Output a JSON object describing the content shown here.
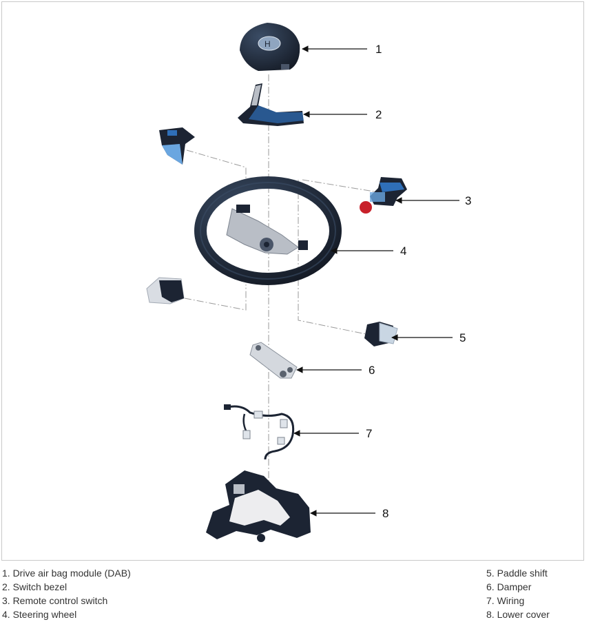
{
  "figure": {
    "callouts": [
      {
        "number": "1"
      },
      {
        "number": "2"
      },
      {
        "number": "3"
      },
      {
        "number": "4"
      },
      {
        "number": "5"
      },
      {
        "number": "6"
      },
      {
        "number": "7"
      },
      {
        "number": "8"
      }
    ]
  },
  "legend": {
    "left": [
      "1. Drive air bag module (DAB)",
      "2. Switch bezel",
      "3. Remote control switch",
      "4. Steering wheel"
    ],
    "right": [
      "5. Paddle shift",
      "6. Damper",
      "7. Wiring",
      "8. Lower cover"
    ]
  },
  "colors": {
    "part_dark": "#1c2433",
    "part_blue": "#2f6fb8",
    "part_highlight": "#6aa6e0",
    "bracket_gray": "#b9bec6",
    "accent_red": "#c8202a",
    "guide_line": "#9a9a9a"
  }
}
